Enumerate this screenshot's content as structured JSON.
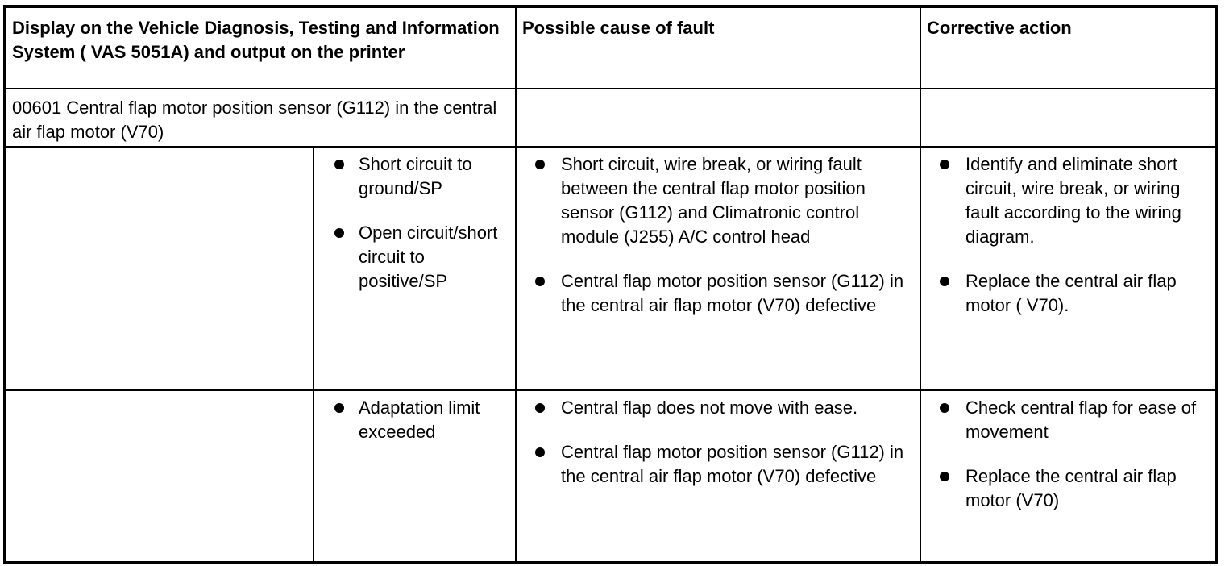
{
  "headers": {
    "display": "Display on the Vehicle Diagnosis, Testing and Information System ( VAS 5051A) and output on the printer",
    "cause": "Possible cause of fault",
    "action": "Corrective action"
  },
  "fault_code": "00601 Central flap motor position sensor (G112) in the central air flap motor (V70)",
  "rows": [
    {
      "conditions": [
        "Short circuit to ground/SP",
        "Open circuit/short circuit to positive/SP"
      ],
      "causes": [
        "Short circuit, wire break, or wiring fault between the central flap motor position sensor (G112) and Climatronic control module (J255) A/C control head",
        "Central flap motor position sensor (G112) in the central air flap motor (V70) defective"
      ],
      "actions": [
        "Identify and eliminate short circuit, wire break, or wiring fault according to the wiring diagram.",
        "Replace the central air flap motor ( V70)."
      ]
    },
    {
      "conditions": [
        "Adaptation limit exceeded"
      ],
      "causes": [
        "Central flap does not move with ease.",
        "Central flap motor position sensor (G112) in the central air flap motor (V70) defective"
      ],
      "actions": [
        "Check central flap for ease of movement",
        "Replace the central air flap motor (V70)"
      ]
    }
  ]
}
